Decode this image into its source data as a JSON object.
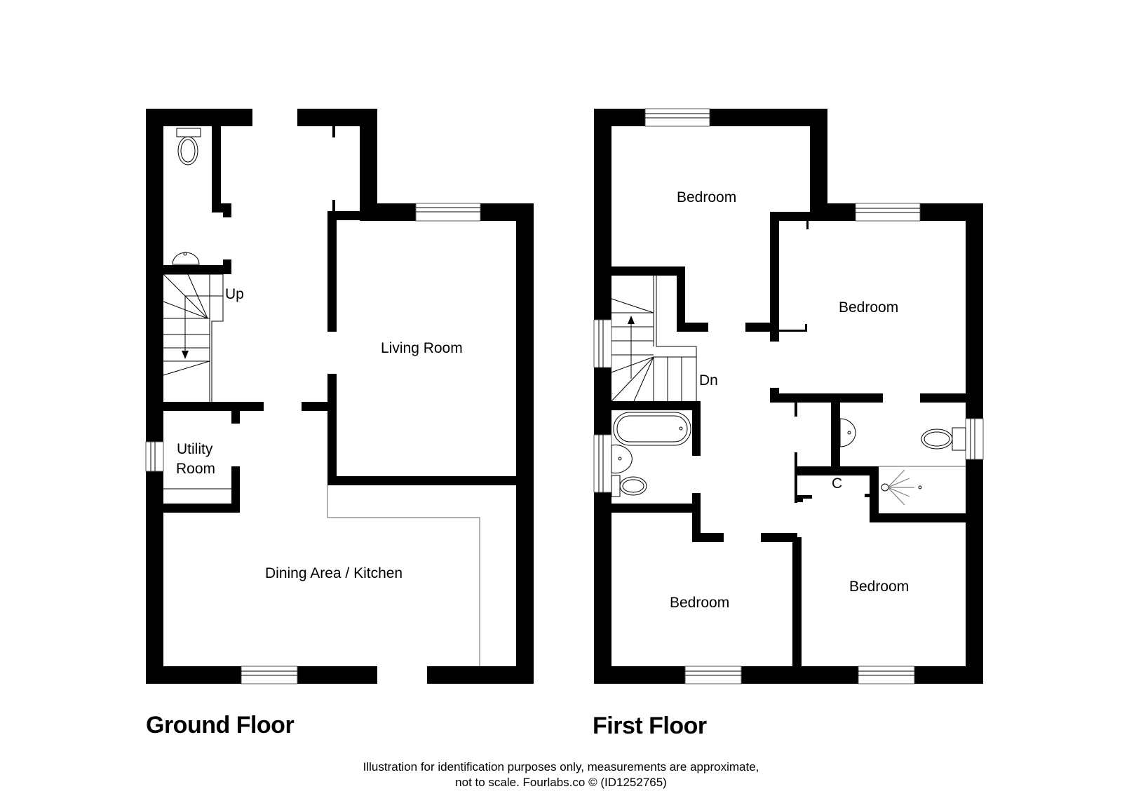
{
  "ground_floor": {
    "title": "Ground Floor",
    "rooms": {
      "living_room": "Living Room",
      "dining_kitchen": "Dining Area / Kitchen",
      "utility_line1": "Utility",
      "utility_line2": "Room"
    },
    "stairs_label": "Up"
  },
  "first_floor": {
    "title": "First Floor",
    "rooms": {
      "bedroom_1": "Bedroom",
      "bedroom_2": "Bedroom",
      "bedroom_3": "Bedroom",
      "bedroom_4": "Bedroom",
      "cupboard": "C"
    },
    "stairs_label": "Dn"
  },
  "footer": {
    "line1": "Illustration for identification purposes only, measurements are approximate,",
    "line2": "not to scale. Fourlabs.co © (ID1252765)"
  },
  "colors": {
    "wall": "#000000",
    "background": "#ffffff",
    "fixture_line": "#808080"
  }
}
